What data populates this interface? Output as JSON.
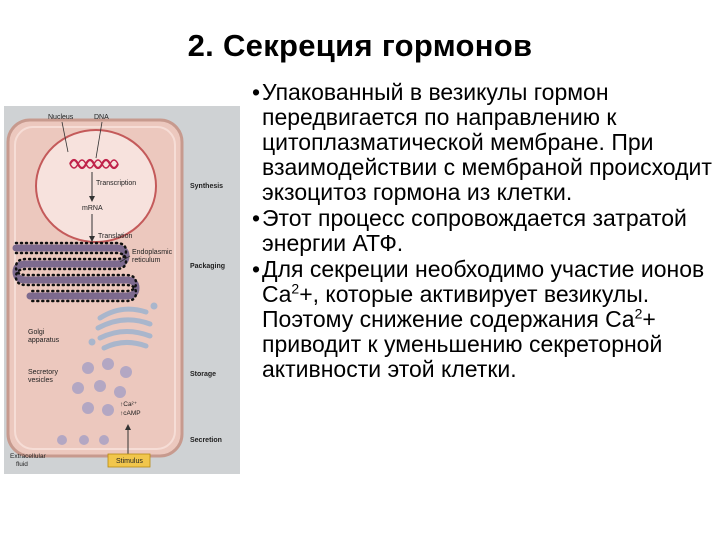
{
  "slide": {
    "title": "2. Секреция гормонов"
  },
  "bullets": [
    {
      "mark": "•",
      "text": "Упакованный в везикулы гормон передвигается по направлению к цитоплазматической мембране. При взаимодействии с мембраной происходит экзоцитоз гормона из клетки."
    },
    {
      "mark": "•",
      "text": "Этот процесс сопровождается затратой энергии АТФ."
    },
    {
      "mark": "•",
      "parts": [
        "Для секреции необходимо участие ионов Ca",
        "2",
        "+, которые активирует везикулы. Поэтому снижение содержания Ca",
        "2",
        "+ приводит к уменьшению секреторной активности этой клетки."
      ]
    }
  ],
  "diagram": {
    "labels": {
      "nucleus": "Nucleus",
      "dna": "DNA",
      "transcription": "Transcription",
      "mrna": "mRNA",
      "translation": "Translation",
      "er_line1": "Endoplasmic",
      "er_line2": "reticulum",
      "golgi_line1": "Golgi",
      "golgi_line2": "apparatus",
      "vesicles_line1": "Secretory",
      "vesicles_line2": "vesicles",
      "ca": "↑Ca²⁺",
      "camp": "↑cAMP",
      "fluid_line1": "Extracellular",
      "fluid_line2": "fluid",
      "stimulus": "Stimulus"
    },
    "stages": {
      "synthesis": "Synthesis",
      "packaging": "Packaging",
      "storage": "Storage",
      "secretion": "Secretion"
    },
    "colors": {
      "panel": "#cfd2d4",
      "cell_fill": "#ecc8be",
      "cell_border": "#c79a8e",
      "nucleus_fill": "#f7e2dd",
      "nucleus_border": "#c45a5a",
      "dna": "#c0224a",
      "er": "#7d6a8e",
      "golgi": "#a9b6cc",
      "vesicle": "#b3a7c3",
      "stimulus_fill": "#f1c64c"
    }
  }
}
